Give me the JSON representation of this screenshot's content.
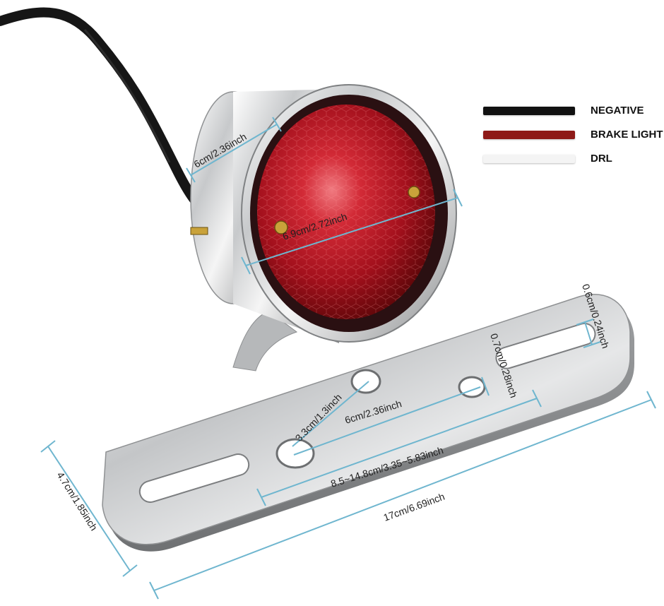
{
  "legend": [
    {
      "label": "NEGATIVE",
      "color": "#111111"
    },
    {
      "label": "BRAKE LIGHT",
      "color": "#8e1a18"
    },
    {
      "label": "DRL",
      "color": "#f4f4f4"
    }
  ],
  "dimensions": {
    "lens_bezel": "6cm/2.36inch",
    "lens_diameter": "6.9cm/2.72inch",
    "slot_width": "0.6cm/0.24inch",
    "small_hole": "0.7cm/0.28inch",
    "large_hole": "3.3cm/1.3inch",
    "hole_spacing": "6cm/2.36inch",
    "slot_span": "8.5~14.8cm/3.35~5.83inch",
    "plate_height": "4.7cm/1.85inch",
    "plate_length": "17cm/6.69inch"
  },
  "colors": {
    "dimension_line": "#6fb6cf",
    "chrome": "#c9cbcd",
    "lens_red": "#a0101a"
  }
}
